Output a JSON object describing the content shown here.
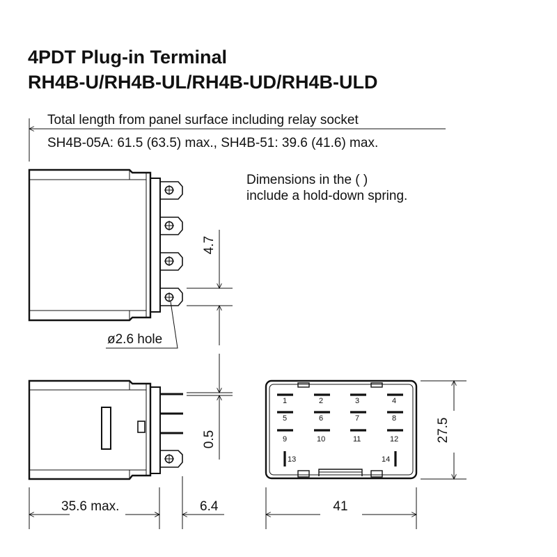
{
  "title": {
    "line1": "4PDT Plug-in Terminal",
    "line2": "RH4B-U/RH4B-UL/RH4B-UD/RH4B-ULD"
  },
  "notes": {
    "total_length": "Total length from panel surface including relay socket",
    "socket_lengths": "SH4B-05A: 61.5 (63.5) max., SH4B-51: 39.6 (41.6) max.",
    "parens_line1": "Dimensions in the (  )",
    "parens_line2": "include a hold-down spring."
  },
  "dimensions": {
    "pin_pitch": "4.7",
    "hole": "ø2.6 hole",
    "blade_thickness": "0.5",
    "body_length": "35.6 max.",
    "terminal_length": "6.4",
    "width": "41",
    "height": "27.5"
  },
  "terminal_numbers": [
    "1",
    "2",
    "3",
    "4",
    "5",
    "6",
    "7",
    "8",
    "9",
    "10",
    "11",
    "12",
    "13",
    "14"
  ]
}
